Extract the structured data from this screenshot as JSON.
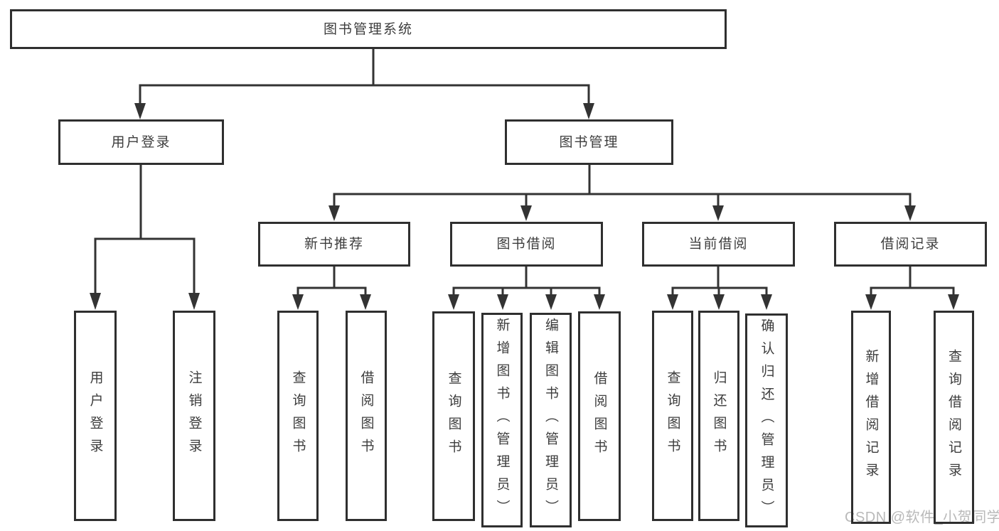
{
  "colors": {
    "line": "#333333",
    "box_border": "#2f2f2f",
    "text": "#3d3d3d",
    "watermark": "#b9b9b9",
    "bg": "#ffffff"
  },
  "watermark": {
    "text": "CSDN @软件_小贺同学"
  },
  "diagram": {
    "type": "tree",
    "root": {
      "label": "图书管理系统"
    },
    "user_login": {
      "label": "用户登录",
      "children": [
        {
          "label": "用户登录"
        },
        {
          "label": "注销登录"
        }
      ]
    },
    "book_mgmt": {
      "label": "图书管理",
      "groups": [
        {
          "label": "新书推荐",
          "children": [
            {
              "label": "查询图书"
            },
            {
              "label": "借阅图书"
            }
          ]
        },
        {
          "label": "图书借阅",
          "children": [
            {
              "label": "查询图书"
            },
            {
              "label": "新增图书（管理员）"
            },
            {
              "label": "编辑图书（管理员）"
            },
            {
              "label": "借阅图书"
            }
          ]
        },
        {
          "label": "当前借阅",
          "children": [
            {
              "label": "查询图书"
            },
            {
              "label": "归还图书"
            },
            {
              "label": "确认归还（管理员）"
            }
          ]
        },
        {
          "label": "借阅记录",
          "children": [
            {
              "label": "新增借阅记录"
            },
            {
              "label": "查询借阅记录"
            }
          ]
        }
      ]
    }
  }
}
